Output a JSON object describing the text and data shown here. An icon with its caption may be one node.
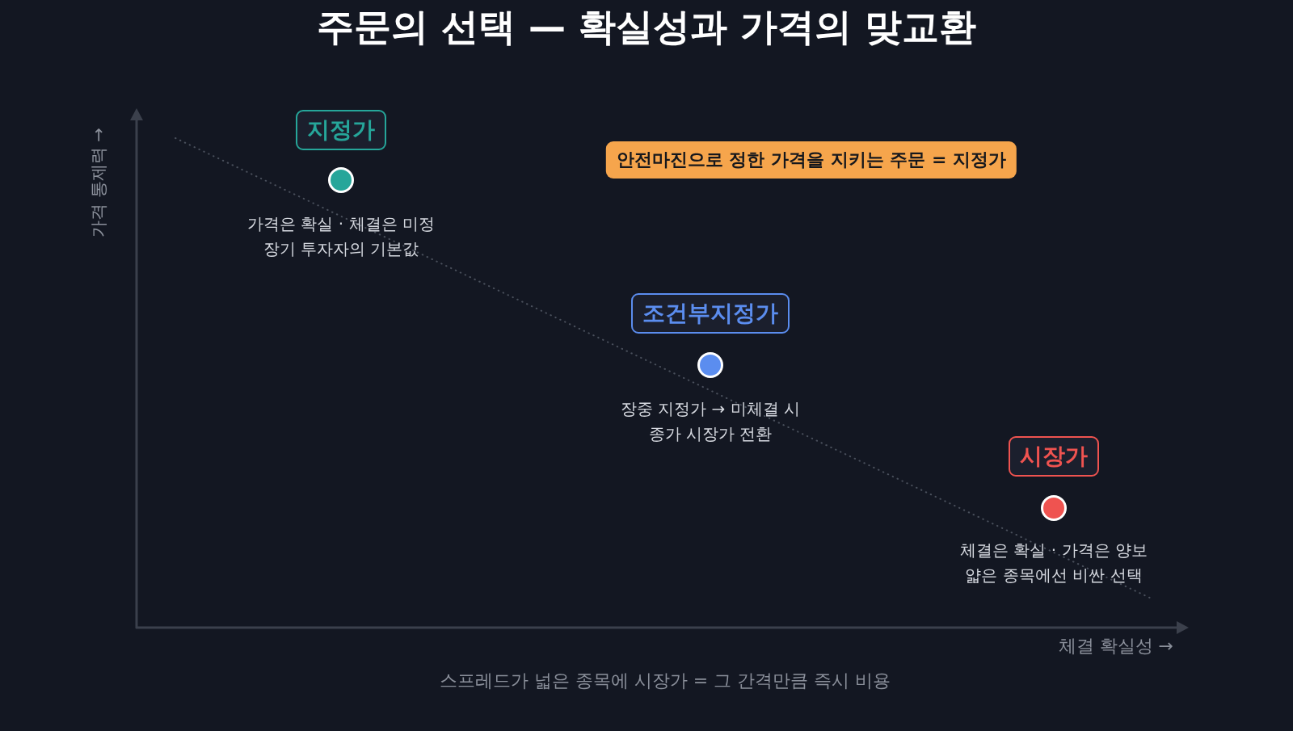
{
  "diagram": {
    "title": "주문의 선택 — 확실성과 가격의 맞교환",
    "nodes": [
      {
        "text": [
          "지정가"
        ],
        "beside": [
          "가격은 확실 · 체결은 미정",
          "장기 투자자의 기본값"
        ]
      },
      {
        "text": [
          "안전마진으로 정한 가격을 지키는 주문 = 지정가"
        ]
      },
      {
        "text": [],
        "shape": "circle"
      },
      {
        "text": [
          "조건부지정가"
        ],
        "beside": [
          "장중 지정가 → 미체결 시",
          "종가 시장가 전환"
        ]
      },
      {
        "text": [],
        "shape": "circle"
      },
      {
        "text": [
          "시장가"
        ],
        "beside": [
          "체결은 확실 · 가격은 양보",
          "얇은 종목에선 비싼 선택"
        ]
      },
      {
        "text": [],
        "shape": "circle"
      }
    ],
    "labels": [
      "가격 통제력 →",
      "체결 확실성 →"
    ],
    "caption": "스프레드가 넓은 종목에 시장가 = 그 간격만큼 즉시 비용"
  }
}
